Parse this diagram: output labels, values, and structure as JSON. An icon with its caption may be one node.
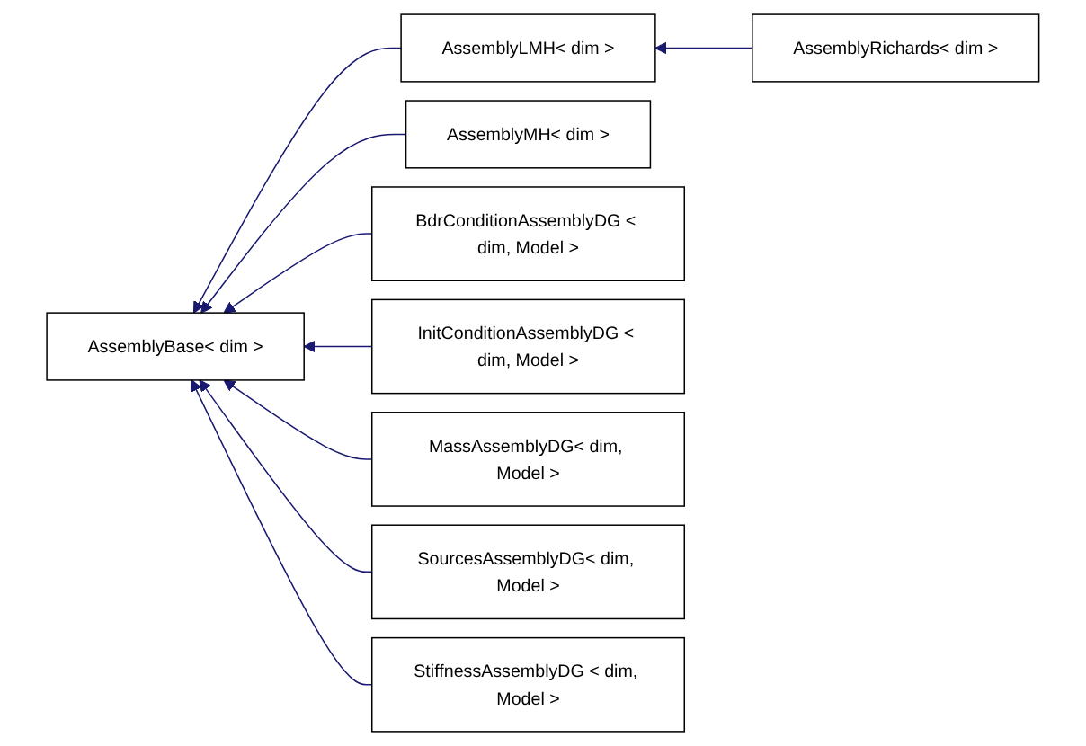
{
  "diagram": {
    "nodes": [
      {
        "text": [
          "AssemblyBase< dim >"
        ]
      },
      {
        "text": [
          "AssemblyLMH< dim >"
        ]
      },
      {
        "text": [
          "AssemblyRichards< dim >"
        ]
      },
      {
        "text": [
          "AssemblyMH< dim >"
        ]
      },
      {
        "text": [
          "BdrConditionAssemblyDG < dim, Model >"
        ]
      },
      {
        "text": [
          "InitConditionAssemblyDG < dim, Model >"
        ]
      },
      {
        "text": [
          "MassAssemblyDG< dim, Model >"
        ]
      },
      {
        "text": [
          "SourcesAssemblyDG< dim, Model >"
        ]
      },
      {
        "text": [
          "StiffnessAssemblyDG < dim, Model >"
        ]
      }
    ],
    "edges": [
      {
        "from": 1,
        "to": 0,
        "arrow": "to"
      },
      {
        "from": 2,
        "to": 1,
        "arrow": "to"
      },
      {
        "from": 3,
        "to": 0,
        "arrow": "to"
      },
      {
        "from": 4,
        "to": 0,
        "arrow": "to"
      },
      {
        "from": 5,
        "to": 0,
        "arrow": "to"
      },
      {
        "from": 6,
        "to": 0,
        "arrow": "to"
      },
      {
        "from": 7,
        "to": 0,
        "arrow": "to"
      },
      {
        "from": 8,
        "to": 0,
        "arrow": "to"
      }
    ]
  }
}
